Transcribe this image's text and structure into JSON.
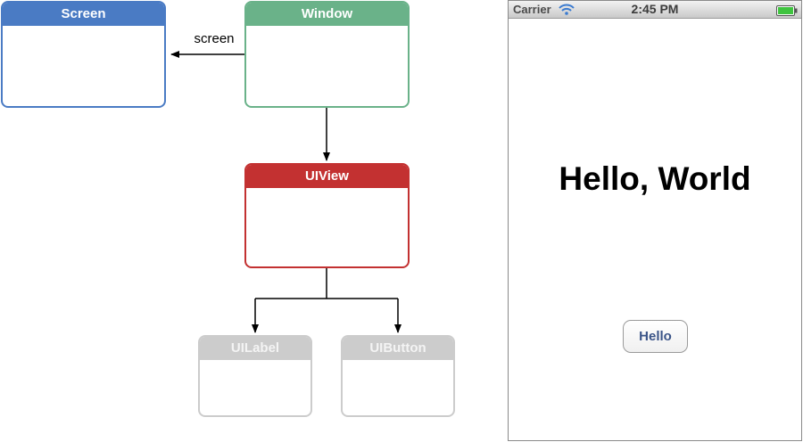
{
  "diagram": {
    "nodes": {
      "screen": {
        "label": "Screen",
        "color": "#4a7bc4"
      },
      "window": {
        "label": "Window",
        "color": "#6ab289"
      },
      "uiview": {
        "label": "UIView",
        "color": "#c33131"
      },
      "uilabel": {
        "label": "UILabel",
        "color": "#cccccc"
      },
      "uibutton": {
        "label": "UIButton",
        "color": "#cccccc"
      }
    },
    "edges": {
      "window_to_screen": {
        "label": "screen"
      }
    }
  },
  "phone": {
    "status_bar": {
      "carrier": "Carrier",
      "time": "2:45 PM",
      "battery_color": "#3fc43f"
    },
    "content": {
      "label_text": "Hello, World",
      "button_label": "Hello",
      "button_text_color": "#3a5488"
    }
  }
}
